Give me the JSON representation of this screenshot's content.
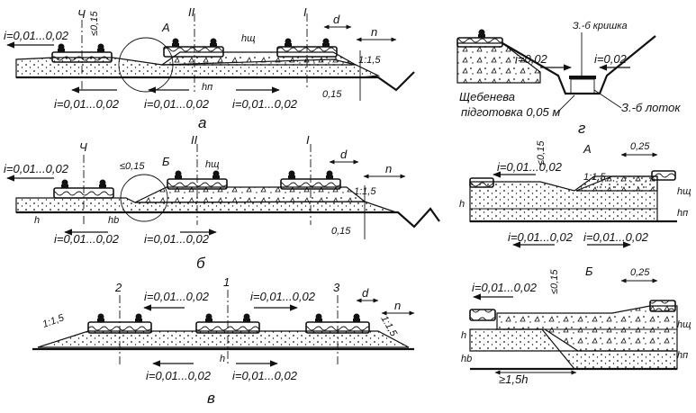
{
  "panels": {
    "a": {
      "caption": "а",
      "track_labels": [
        "Ч",
        "II",
        "I"
      ],
      "slopes": [
        "i=0,01...0,02",
        "i=0,01...0,02",
        "i=0,01...0,02",
        "i=0,01...0,02"
      ],
      "dims": {
        "max_diff": "≤0,15",
        "d": "d",
        "n": "n",
        "slope": "1:1,5",
        "offset": "0,15",
        "hsh": "hщ",
        "hp": "hп"
      },
      "callout": "A"
    },
    "b": {
      "caption": "б",
      "track_labels": [
        "Ч",
        "II",
        "I"
      ],
      "slopes": [
        "i=0,01...0,02",
        "i=0,01...0,02",
        "i=0,01...0,02"
      ],
      "dims": {
        "max_diff": "≤0,15",
        "d": "d",
        "n": "n",
        "slope": "1:1,5",
        "offset": "0,15",
        "hsh": "hщ",
        "h": "h",
        "hb": "hb"
      },
      "callout": "Б"
    },
    "v": {
      "caption": "в",
      "track_labels": [
        "2",
        "1",
        "3"
      ],
      "slopes": [
        "i=0,01...0,02",
        "i=0,01...0,02",
        "i=0,01...0,02",
        "i=0,01...0,02"
      ],
      "dims": {
        "d": "d",
        "n": "n",
        "slope_left": "1:1,5",
        "slope_right": "1:1,5",
        "h": "h"
      }
    },
    "g": {
      "caption": "г",
      "slopes": [
        "i=0,02",
        "i=0,02"
      ],
      "labels": {
        "cover": "З.-б кришка",
        "tray": "З.-б лоток",
        "prep_1": "Щебенева",
        "prep_2": "підготовка 0,05 м"
      }
    },
    "A": {
      "caption": "A",
      "slopes": [
        "i=0,01...0,02",
        "i=0,01...0,02"
      ],
      "dims": {
        "max_diff": "≤0,15",
        "width": "0,25",
        "slope": "1:1,5",
        "h": "h",
        "hsh": "hщ",
        "hp": "hп"
      }
    },
    "B": {
      "caption": "Б",
      "slopes": [
        "i=0,01...0,02"
      ],
      "dims": {
        "max_diff": "≤0,15",
        "width": "0,25",
        "h": "h",
        "hb": "hb",
        "hsh": "hщ",
        "hp": "hп",
        "min_len": "≥1,5h"
      }
    }
  }
}
